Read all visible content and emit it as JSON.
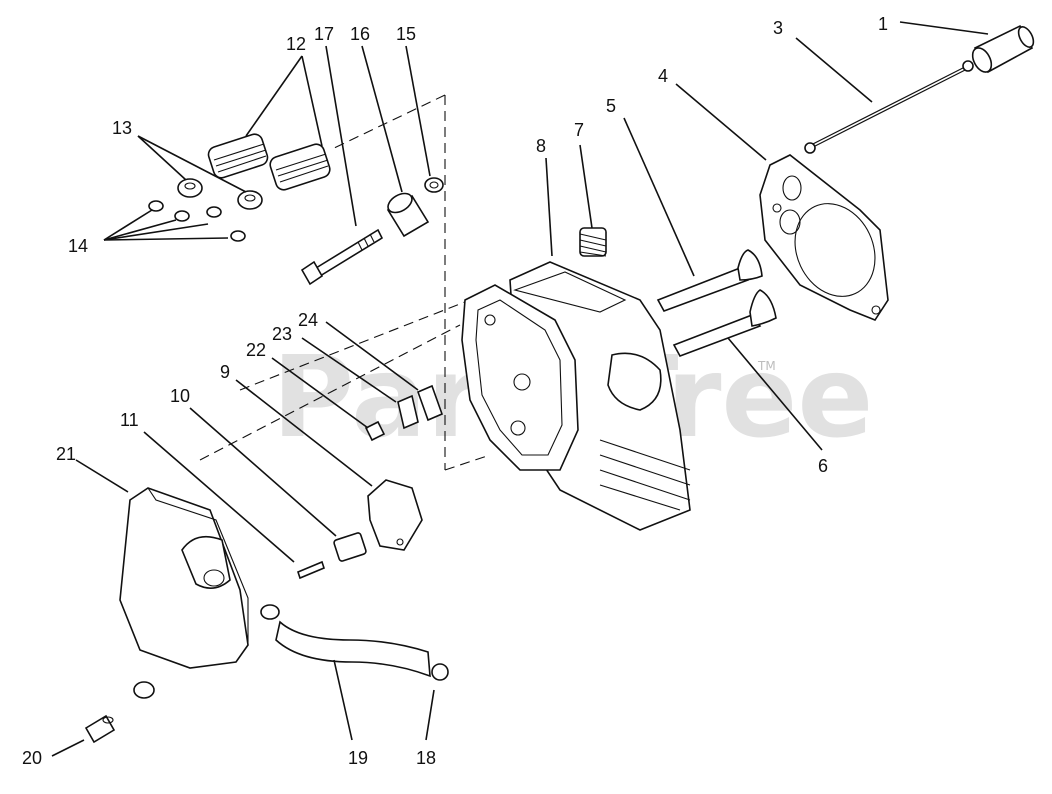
{
  "watermark": {
    "text": "PartsTree",
    "trademark": "TM"
  },
  "callouts": [
    {
      "num": "1"
    },
    {
      "num": "3"
    },
    {
      "num": "4"
    },
    {
      "num": "5"
    },
    {
      "num": "6"
    },
    {
      "num": "7"
    },
    {
      "num": "8"
    },
    {
      "num": "9"
    },
    {
      "num": "10"
    },
    {
      "num": "11"
    },
    {
      "num": "12"
    },
    {
      "num": "13"
    },
    {
      "num": "14"
    },
    {
      "num": "15"
    },
    {
      "num": "16"
    },
    {
      "num": "17"
    },
    {
      "num": "18"
    },
    {
      "num": "19"
    },
    {
      "num": "20"
    },
    {
      "num": "21"
    },
    {
      "num": "22"
    },
    {
      "num": "23"
    },
    {
      "num": "24"
    }
  ]
}
